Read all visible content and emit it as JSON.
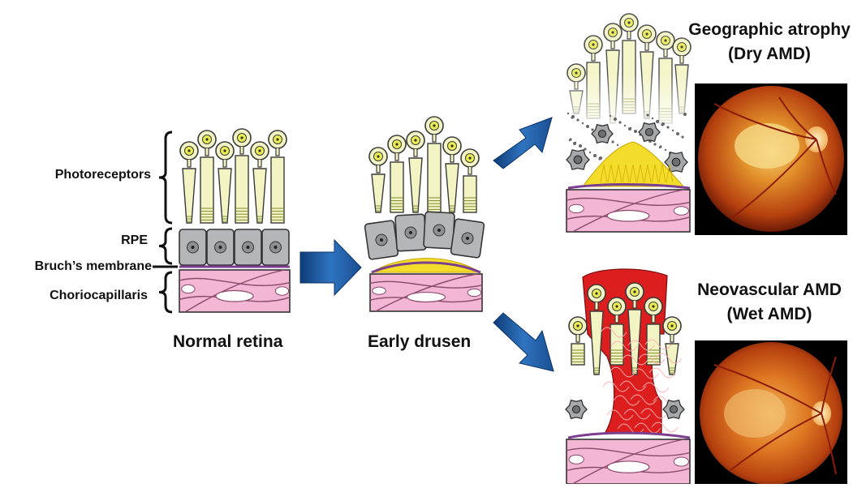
{
  "labels": {
    "photoreceptors": "Photoreceptors",
    "rpe": "RPE",
    "bruchs_membrane": "Bruch’s membrane",
    "choriocapillaris": "Choriocapillaris"
  },
  "stages": {
    "normal": "Normal retina",
    "early": "Early drusen"
  },
  "outcomes": {
    "dry": {
      "title": "Geographic atrophy",
      "subtitle": "(Dry AMD)"
    },
    "wet": {
      "title": "Neovascular AMD",
      "subtitle": "(Wet AMD)"
    }
  },
  "colors": {
    "photoreceptor": "#f3f4c4",
    "nucleus": "#e9ec53",
    "rpe_cell": "#b5b6b8",
    "bruchs": "#7b3f8f",
    "choroid": "#f3b6d4",
    "drusen": "#f4dd2a",
    "arrow": "#1f5fa6",
    "blood": "#dd1e1e",
    "fundus": "#d9661e"
  }
}
